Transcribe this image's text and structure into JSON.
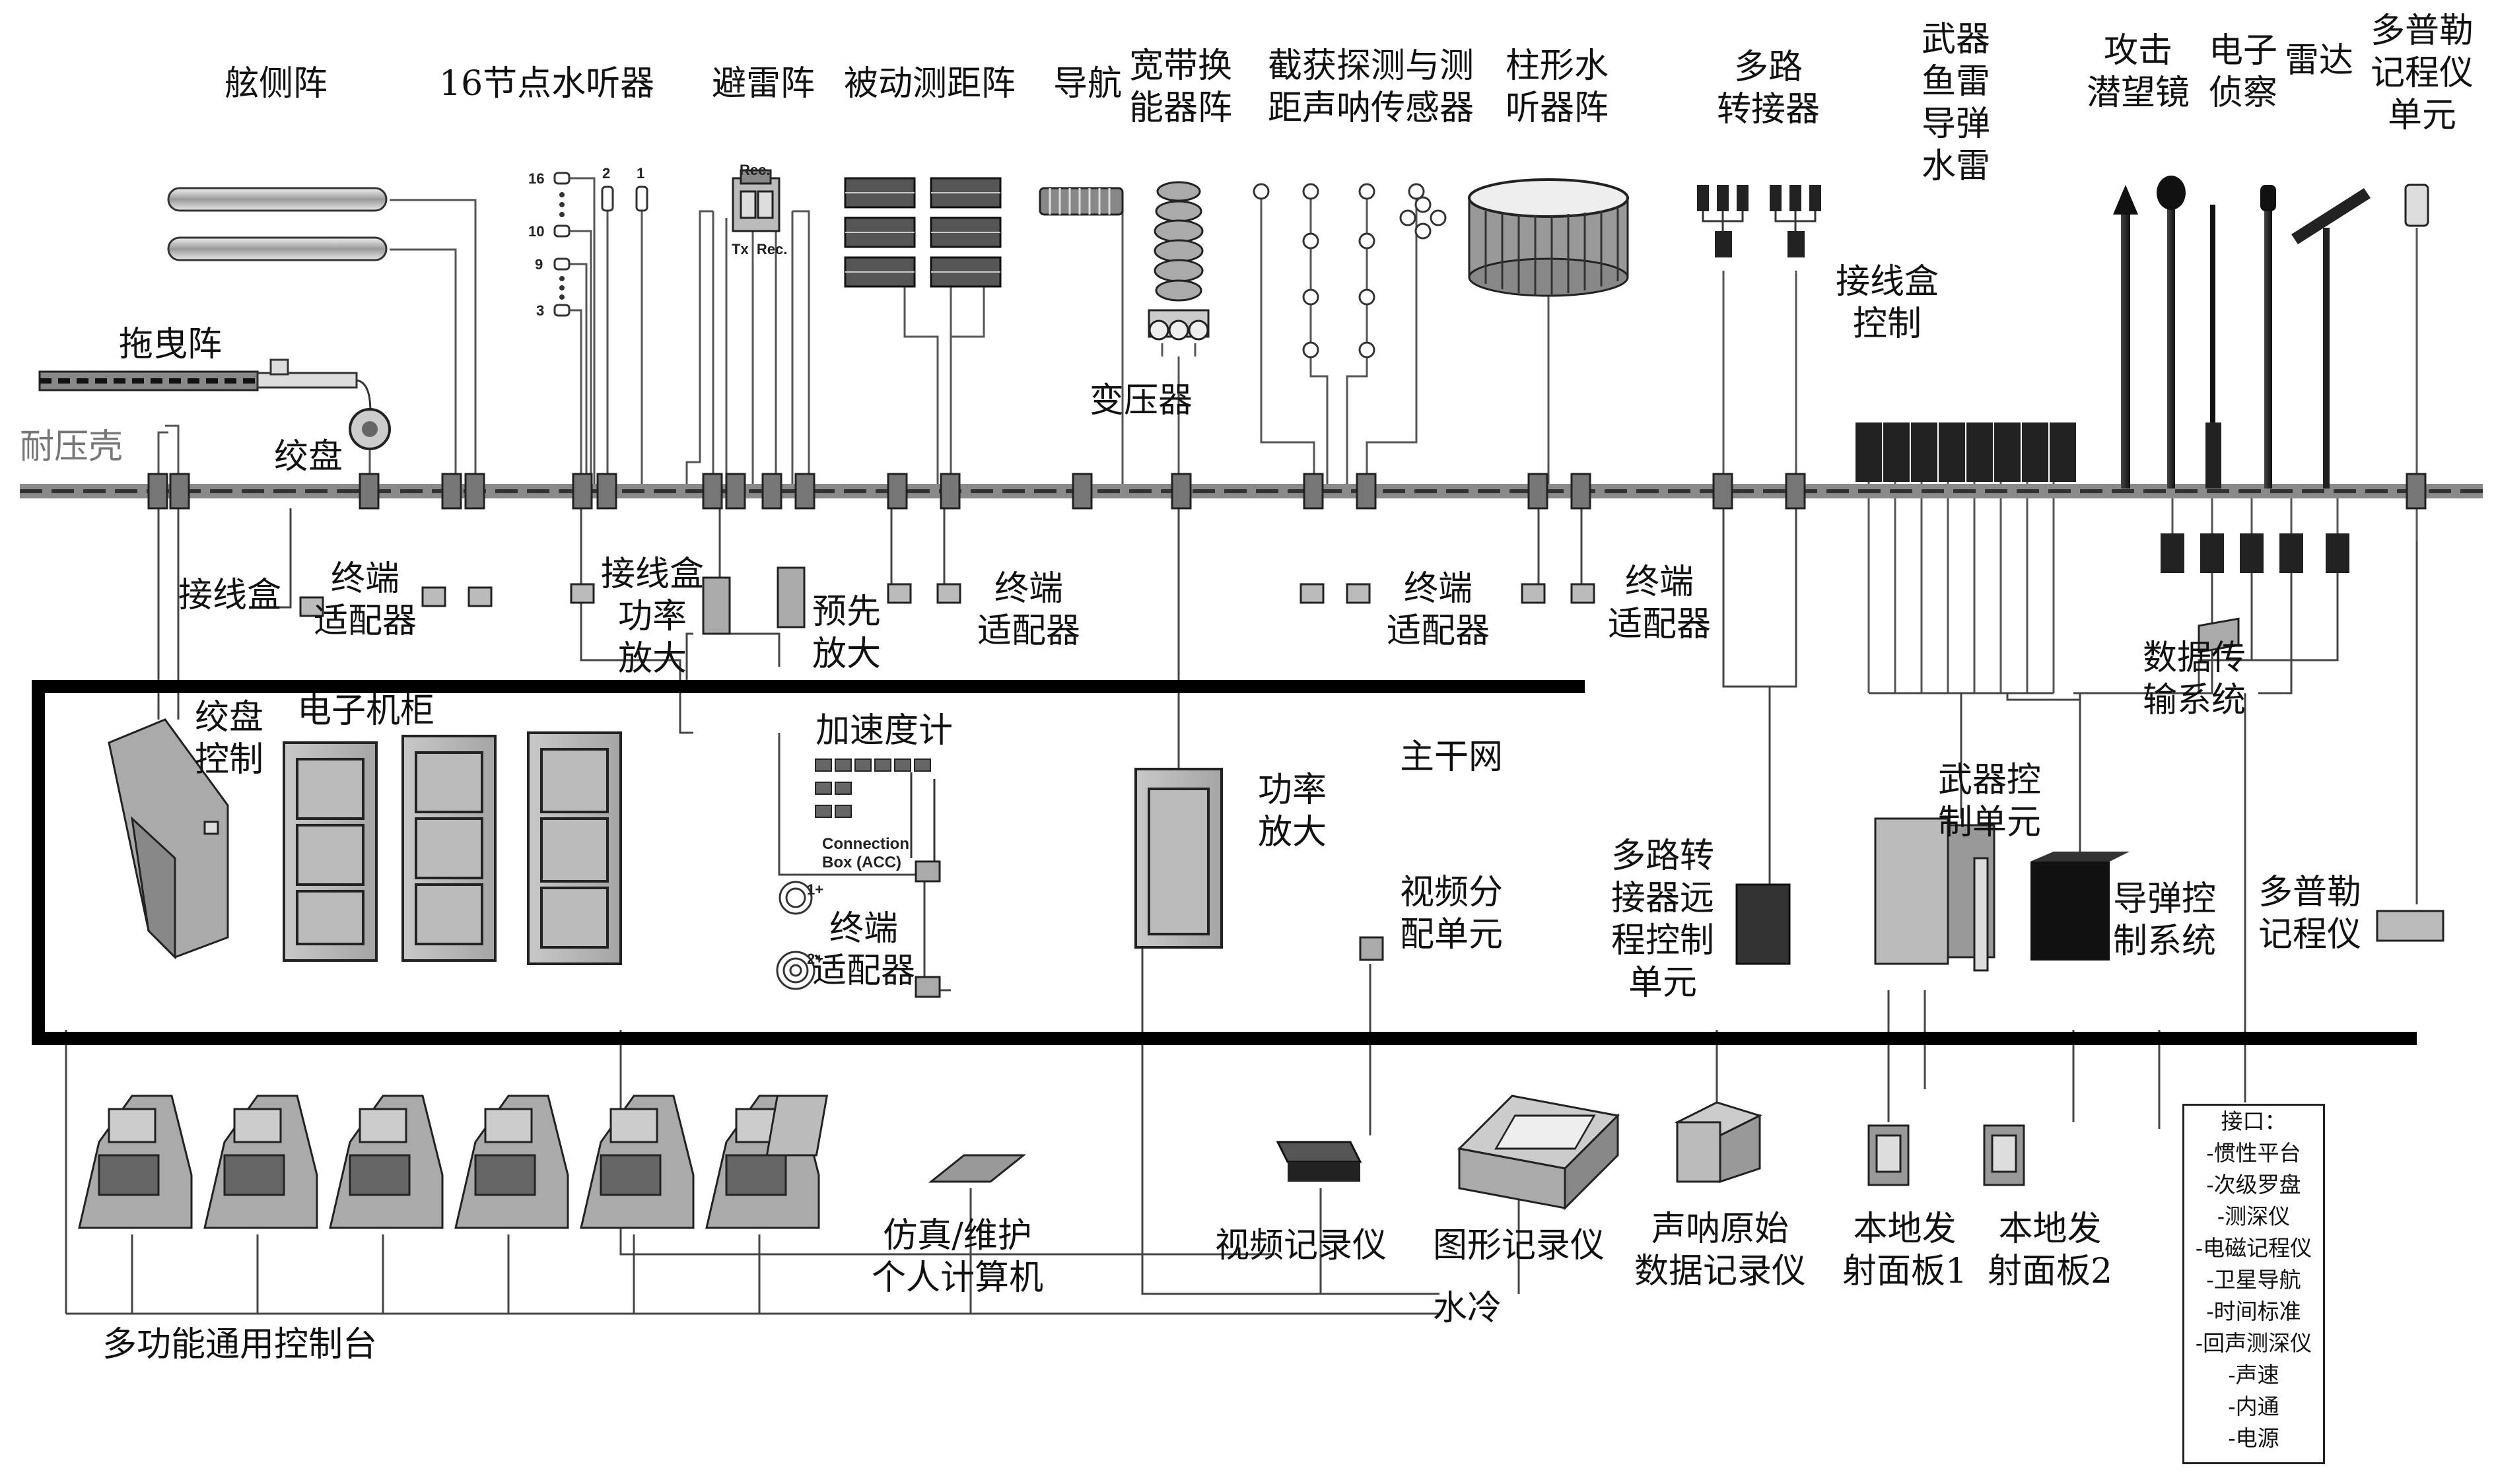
{
  "labels": {
    "sail_array": "舷侧阵",
    "hydrophone16": "16节点水听器",
    "mine_avoid": "避雷阵",
    "passive_ranging": "被动测距阵",
    "navigation": "导航",
    "wideband": "宽带换\n能器阵",
    "intercept": "截获探测与测\n距声呐传感器",
    "cylindrical": "柱形水\n听器阵",
    "multiplexer": "多路\n转接器",
    "weapons": "武器\n鱼雷\n导弹\n水雷",
    "periscope": "攻击\n潜望镜",
    "esm": "电子\n侦察",
    "radar": "雷达",
    "doppler_unit": "多普勒\n记程仪\n单元",
    "towed": "拖曳阵",
    "pressure_hull": "耐压壳",
    "winch": "绞盘",
    "transformer": "变压器",
    "jbox_control": "接线盒\n控制",
    "junction_box": "接线盒",
    "terminal1": "终端\n适配器",
    "jbox_power": "接线盒\n功率\n放大",
    "preamp": "预先\n放大",
    "terminal2": "终端\n适配器",
    "terminal3": "终端\n适配器",
    "terminal4": "终端\n适配器",
    "data_trans": "数据传\n输系统",
    "winch_control": "绞盘\n控制",
    "cabinet": "电子机柜",
    "accelerometer": "加速度计",
    "terminal5": "终端\n适配器",
    "power_amp": "功率\n放大",
    "backbone": "主干网",
    "video_dist": "视频分\n配单元",
    "mux_remote": "多路转\n接器远\n程控制\n单元",
    "weapon_ctrl": "武器控\n制单元",
    "missile_ctrl": "导弹控\n制系统",
    "doppler_log": "多普勒\n记程仪",
    "sim_pc": "仿真/维护\n个人计算机",
    "video_rec": "视频记录仪",
    "graph_rec": "图形记录仪",
    "sonar_rec": "声呐原始\n数据记录仪",
    "launch1": "本地发\n射面板1",
    "launch2": "本地发\n射面板2",
    "water_cool": "水冷",
    "console": "多功能通用控制台"
  },
  "small_text": {
    "rec": "Rec.",
    "tx_rec": "Tx  Rec.",
    "conn_box": "Connection\nBox (ACC)",
    "h16": "16",
    "h10": "10",
    "h9": "9",
    "h3": "3",
    "h2": "2",
    "h1": "1",
    "a1": "1+",
    "a2": "2+"
  },
  "interface": {
    "title": "接口：",
    "items": [
      "-惯性平台",
      "-次级罗盘",
      "-测深仪",
      "-电磁记程仪",
      "-卫星导航",
      "-时间标准",
      "-回声测深仪",
      "-声速",
      "-内通",
      "-电源"
    ]
  }
}
